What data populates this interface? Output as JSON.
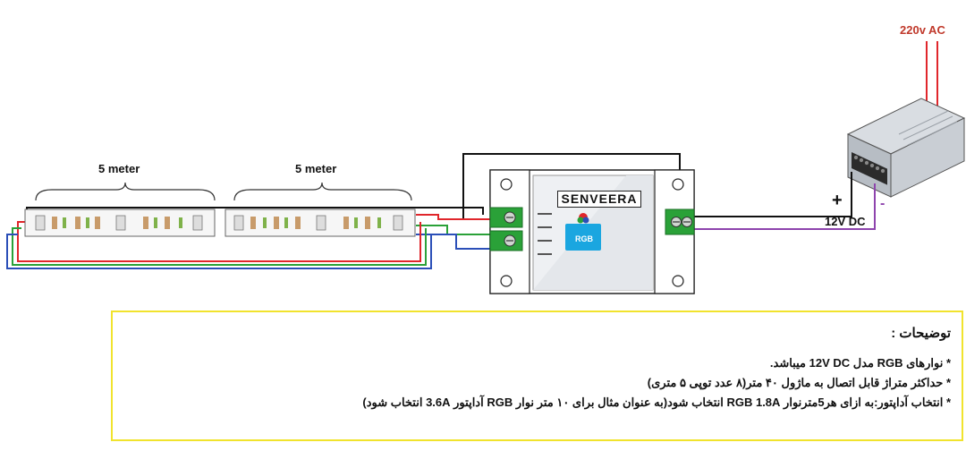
{
  "power": {
    "ac_label": "220v AC",
    "dc_label": "12V DC",
    "plus": "+",
    "minus": "-"
  },
  "strips": [
    {
      "label": "5 meter"
    },
    {
      "label": "5 meter"
    }
  ],
  "controller": {
    "brand": "SENVEERA",
    "badge": "RGB"
  },
  "colors": {
    "red": "#e0262b",
    "green": "#2aa138",
    "blue": "#2b4fb8",
    "purple": "#8e44ad",
    "frame": "#f1e32d"
  },
  "notes": {
    "title": "توضیحات :",
    "lines": [
      "* نوارهای RGB مدل 12V DC میباشد.",
      "* حداکثر متراژ قابل اتصال به ماژول ۴۰ متر(۸ عدد توپی ۵ متری)",
      "* انتخاب آداپتور:به ازای هر5مترنوار RGB 1.8A انتخاب شود(به عنوان مثال برای ۱۰ متر نوار RGB آداپتور 3.6A انتخاب شود)"
    ]
  }
}
